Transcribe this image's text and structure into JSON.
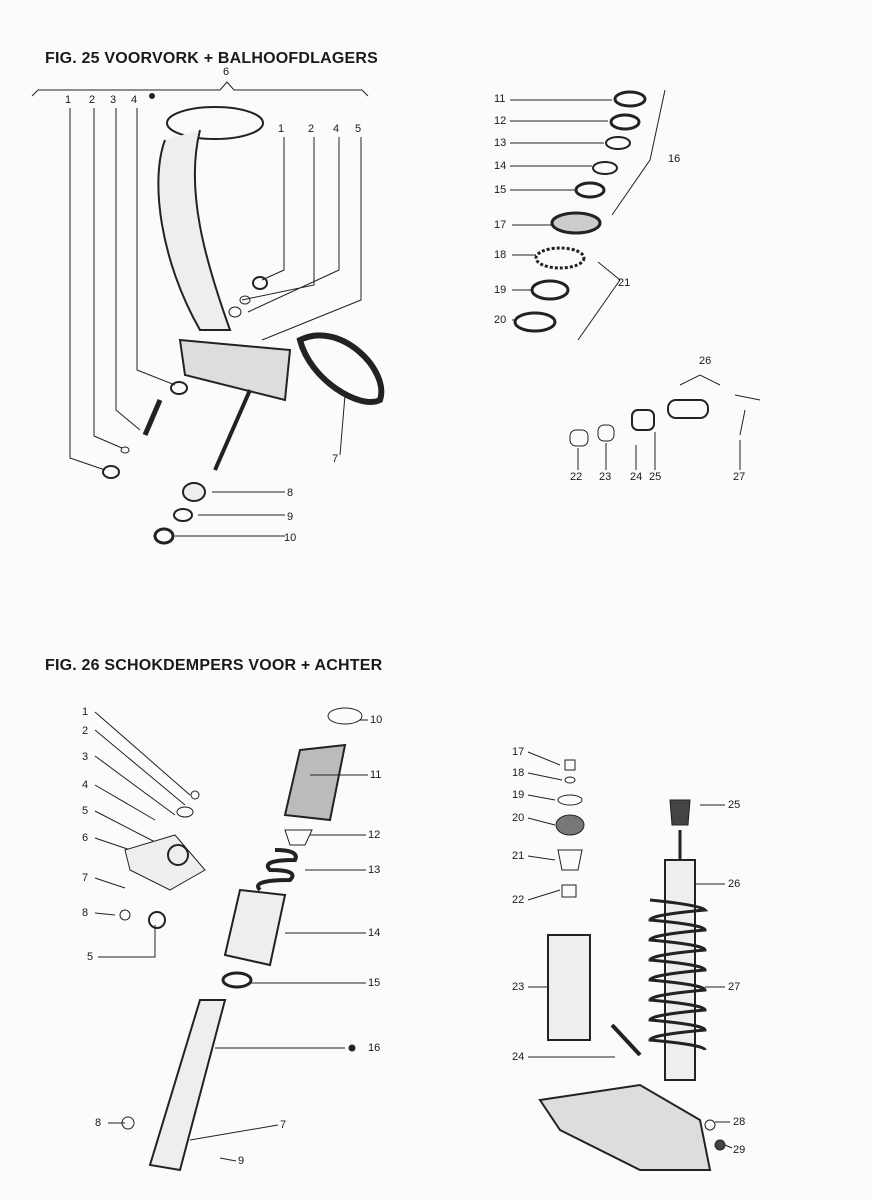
{
  "fig25": {
    "title": "FIG. 25 VOORVORK + BALHOOFDLAGERS",
    "labels": [
      "6",
      "1",
      "2",
      "3",
      "4",
      "1",
      "2",
      "4",
      "5",
      "7",
      "8",
      "9",
      "10"
    ],
    "headset_labels": [
      "11",
      "12",
      "13",
      "14",
      "15",
      "16",
      "17",
      "18",
      "19",
      "20",
      "21"
    ],
    "lock_labels": [
      "26",
      "22",
      "23",
      "24",
      "25",
      "27"
    ]
  },
  "fig26": {
    "title": "FIG. 26 SCHOKDEMPERS VOOR + ACHTER",
    "front_labels": [
      "1",
      "2",
      "3",
      "4",
      "5",
      "6",
      "7",
      "8",
      "5",
      "10",
      "11",
      "12",
      "13",
      "14",
      "15",
      "16",
      "8",
      "7",
      "9"
    ],
    "rear_labels": [
      "17",
      "18",
      "19",
      "20",
      "21",
      "22",
      "23",
      "24",
      "25",
      "26",
      "27",
      "28",
      "29"
    ]
  }
}
